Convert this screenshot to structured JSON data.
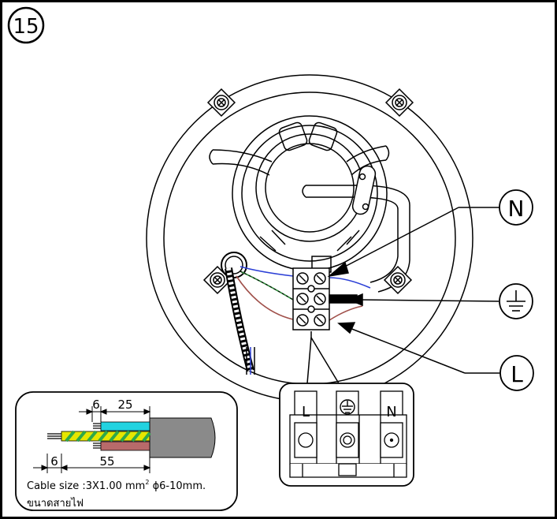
{
  "figure": {
    "step_number": "15",
    "callouts": {
      "neutral": "N",
      "earth_symbol": "⏚",
      "live": "L"
    },
    "terminal_block": {
      "left": "L",
      "middle_symbol": "⏚",
      "right": "N"
    },
    "cable_detail": {
      "dim_top_short": "6",
      "dim_top_long": "25",
      "dim_bottom_short": "6",
      "dim_bottom_long": "55",
      "caption_size": "Cable size :3X1.00 mm",
      "caption_sup": "2",
      "caption_diameter": " ϕ6-10mm.",
      "caption_thai": "ขนาดสายไฟ"
    }
  },
  "colors": {
    "line": "#000000",
    "wire_blue": "#2b3fd6",
    "wire_brown": "#a0504a",
    "wire_green": "#2e8b3a",
    "sheath_grey": "#8a8a8a",
    "cyan": "#22d3e0",
    "brown_fill": "#b86a6a",
    "yellow": "#e6e600",
    "green_fill": "#2fa84a"
  }
}
